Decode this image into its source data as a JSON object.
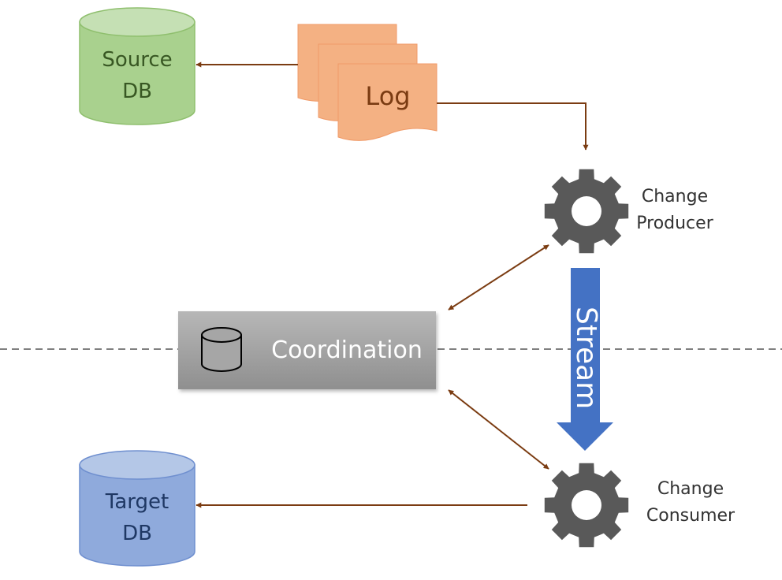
{
  "nodes": {
    "source_db": {
      "line1": "Source",
      "line2": "DB"
    },
    "target_db": {
      "line1": "Target",
      "line2": "DB"
    },
    "log": {
      "label": "Log"
    },
    "coordination": {
      "label": "Coordination"
    },
    "change_producer": {
      "line1": "Change",
      "line2": "Producer"
    },
    "change_consumer": {
      "line1": "Change",
      "line2": "Consumer"
    },
    "stream": {
      "label": "Stream"
    }
  },
  "colors": {
    "connector": "#7b3c12",
    "source_db_fill": "#a9d18e",
    "target_db_fill": "#8faadc",
    "log_fill": "#f4b183",
    "gear_fill": "#595959",
    "stream_fill": "#4472c4",
    "coordination_fill": "#a6a6a6",
    "divider": "#808080"
  },
  "edges": [
    {
      "from": "log",
      "to": "source_db",
      "style": "arrow"
    },
    {
      "from": "log",
      "to": "change_producer",
      "style": "arrow"
    },
    {
      "from": "change_producer",
      "to": "coordination",
      "style": "bidirectional"
    },
    {
      "from": "coordination",
      "to": "change_consumer",
      "style": "bidirectional"
    },
    {
      "from": "change_consumer",
      "to": "target_db",
      "style": "arrow"
    },
    {
      "from": "change_producer",
      "to": "change_consumer",
      "style": "stream"
    }
  ]
}
